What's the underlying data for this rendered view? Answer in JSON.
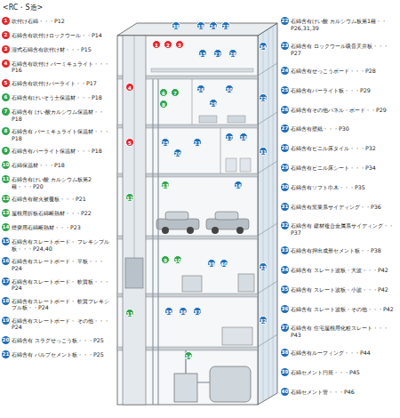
{
  "diagram": {
    "title": "<RC・S造>",
    "nodes": [
      {
        "text": [
          "1",
          "吹付け石綿・・・P12"
        ]
      },
      {
        "text": [
          "2",
          "石綿含有吹付けロックウール・・P14"
        ]
      },
      {
        "text": [
          "3",
          "湿式石綿含有吹付け材・・・P15"
        ]
      },
      {
        "text": [
          "4",
          "石綿含有吹付け バーミキュライト・・・P16"
        ]
      },
      {
        "text": [
          "5",
          "石綿含有吹付けパーライト・・P17"
        ]
      },
      {
        "text": [
          "6",
          "石綿含有けいそう土保温材・・・P18"
        ]
      },
      {
        "text": [
          "7",
          "石綿含有 けい酸カルシウム保温材・・P18"
        ]
      },
      {
        "text": [
          "8",
          "石綿含有 バーミキュライト保温材・・・P18"
        ]
      },
      {
        "text": [
          "9",
          "石綿含有パーライト保温材・・・P18"
        ]
      },
      {
        "text": [
          "10",
          "石綿保温材・・・P18"
        ]
      },
      {
        "text": [
          "11",
          "石綿含有けい酸 カルシウム板第2種・・・P20"
        ]
      },
      {
        "text": [
          "12",
          "石綿含有耐火被覆板・・・P21"
        ]
      },
      {
        "text": [
          "13",
          "屋根用折板石綿断熱材・・・P22"
        ]
      },
      {
        "text": [
          "14",
          "煙突用石綿断熱材・・・P23"
        ]
      },
      {
        "text": [
          "15",
          "石綿含有スレートボード・ フレキシブル板・・・P24,40"
        ]
      },
      {
        "text": [
          "16",
          "石綿含有スレートボード・ 平板・・・P24"
        ]
      },
      {
        "text": [
          "17",
          "石綿含有スレートボード・ 軟質板・・・P24"
        ]
      },
      {
        "text": [
          "18",
          "石綿含有スレートボード・ 軟質フレキシブル板・・P24"
        ]
      },
      {
        "text": [
          "19",
          "石綿含有スレートボード・ その他・・・P24"
        ]
      },
      {
        "text": [
          "20",
          "石綿含有 スラグせっこう板・・・P25"
        ]
      },
      {
        "text": [
          "21",
          "石綿含有 パルプセメント板・・・P25"
        ]
      },
      {
        "text": [
          "22",
          "石綿含有けい酸 カルシウム板第1種・・P26,31,39"
        ]
      },
      {
        "text": [
          "23",
          "石綿含有 ロックウール吸音天井板・・・P27"
        ]
      },
      {
        "text": [
          "24",
          "石綿含有せっこうボード・・・P28"
        ]
      },
      {
        "text": [
          "25",
          "石綿含有パーライト板・・・P29"
        ]
      },
      {
        "text": [
          "26",
          "石綿含有その他パネル・ボード・・P29"
        ]
      },
      {
        "text": [
          "27",
          "石綿含有壁紙・・・P30"
        ]
      },
      {
        "text": [
          "28",
          "石綿含有ビニル床タイル・・・P32"
        ]
      },
      {
        "text": [
          "29",
          "石綿含有ビニル床シート・・・P34"
        ]
      },
      {
        "text": [
          "30",
          "石綿含有ソフト巾木・・・P35"
        ]
      },
      {
        "text": [
          "31",
          "石綿含有窯業系サイディング・・P36"
        ]
      },
      {
        "text": [
          "32",
          "石綿含有 建材複合金属系サイディング・・P37"
        ]
      },
      {
        "text": [
          "33",
          "石綿含有押出成形セメント板・・P38"
        ]
      },
      {
        "text": [
          "34",
          "石綿含有 スレート波板・大波・・・P42"
        ]
      },
      {
        "text": [
          "35",
          "石綿含有 スレート波板・小波・・・P42"
        ]
      },
      {
        "text": [
          "36",
          "石綿含有 スレート波板・その他・・・P42"
        ]
      },
      {
        "text": [
          "37",
          "石綿含有 住宅屋根用化粧スレート・・・P43"
        ]
      },
      {
        "text": [
          "38",
          "石綿含有ルーフィング・・・P44"
        ]
      },
      {
        "text": [
          "39",
          "石綿セメント円筒・・・P45"
        ]
      },
      {
        "text": [
          "40",
          "石綿セメント管・・・P46"
        ]
      }
    ],
    "labels": [
      "1",
      "2",
      "3",
      "19",
      "24",
      "23",
      "38",
      "34",
      "22",
      "31",
      "33",
      "32",
      "15",
      "27",
      "28",
      "4",
      "5",
      "12",
      "11",
      "6",
      "7",
      "8",
      "26",
      "29",
      "30",
      "25",
      "20",
      "21",
      "17",
      "18",
      "13",
      "16",
      "9",
      "10",
      "39",
      "40",
      "14",
      "35",
      "36",
      "37"
    ]
  }
}
